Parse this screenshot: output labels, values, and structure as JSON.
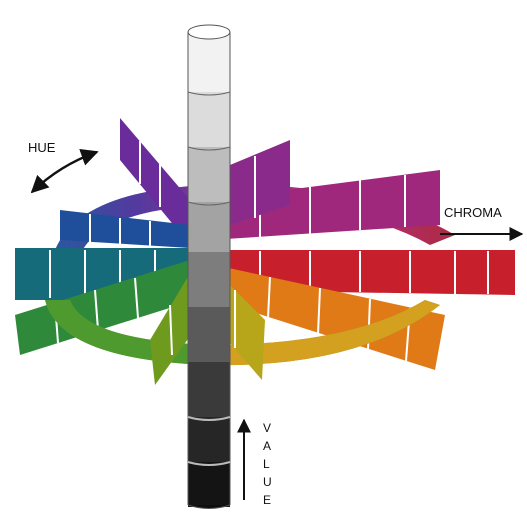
{
  "labels": {
    "hue": "HUE",
    "chroma": "CHROMA",
    "value_letters": [
      "V",
      "A",
      "L",
      "U",
      "E"
    ]
  },
  "colors": {
    "background": "#ffffff",
    "axis_light": "#e8e8e8",
    "axis_dark": "#1e1e1e",
    "hues": {
      "red": "#c81f2c",
      "red_purple": "#a0287c",
      "purple": "#6a2c9a",
      "purple_blue": "#3a3b9c",
      "blue": "#1f4f9a",
      "blue_green": "#156b7a",
      "green": "#2e8a3a",
      "green_yellow": "#6e9a1e",
      "yellow": "#b7a51a",
      "yellow_red": "#e07a16"
    }
  },
  "arrows": [
    "hue-arrow",
    "chroma-arrow",
    "value-arrow"
  ]
}
